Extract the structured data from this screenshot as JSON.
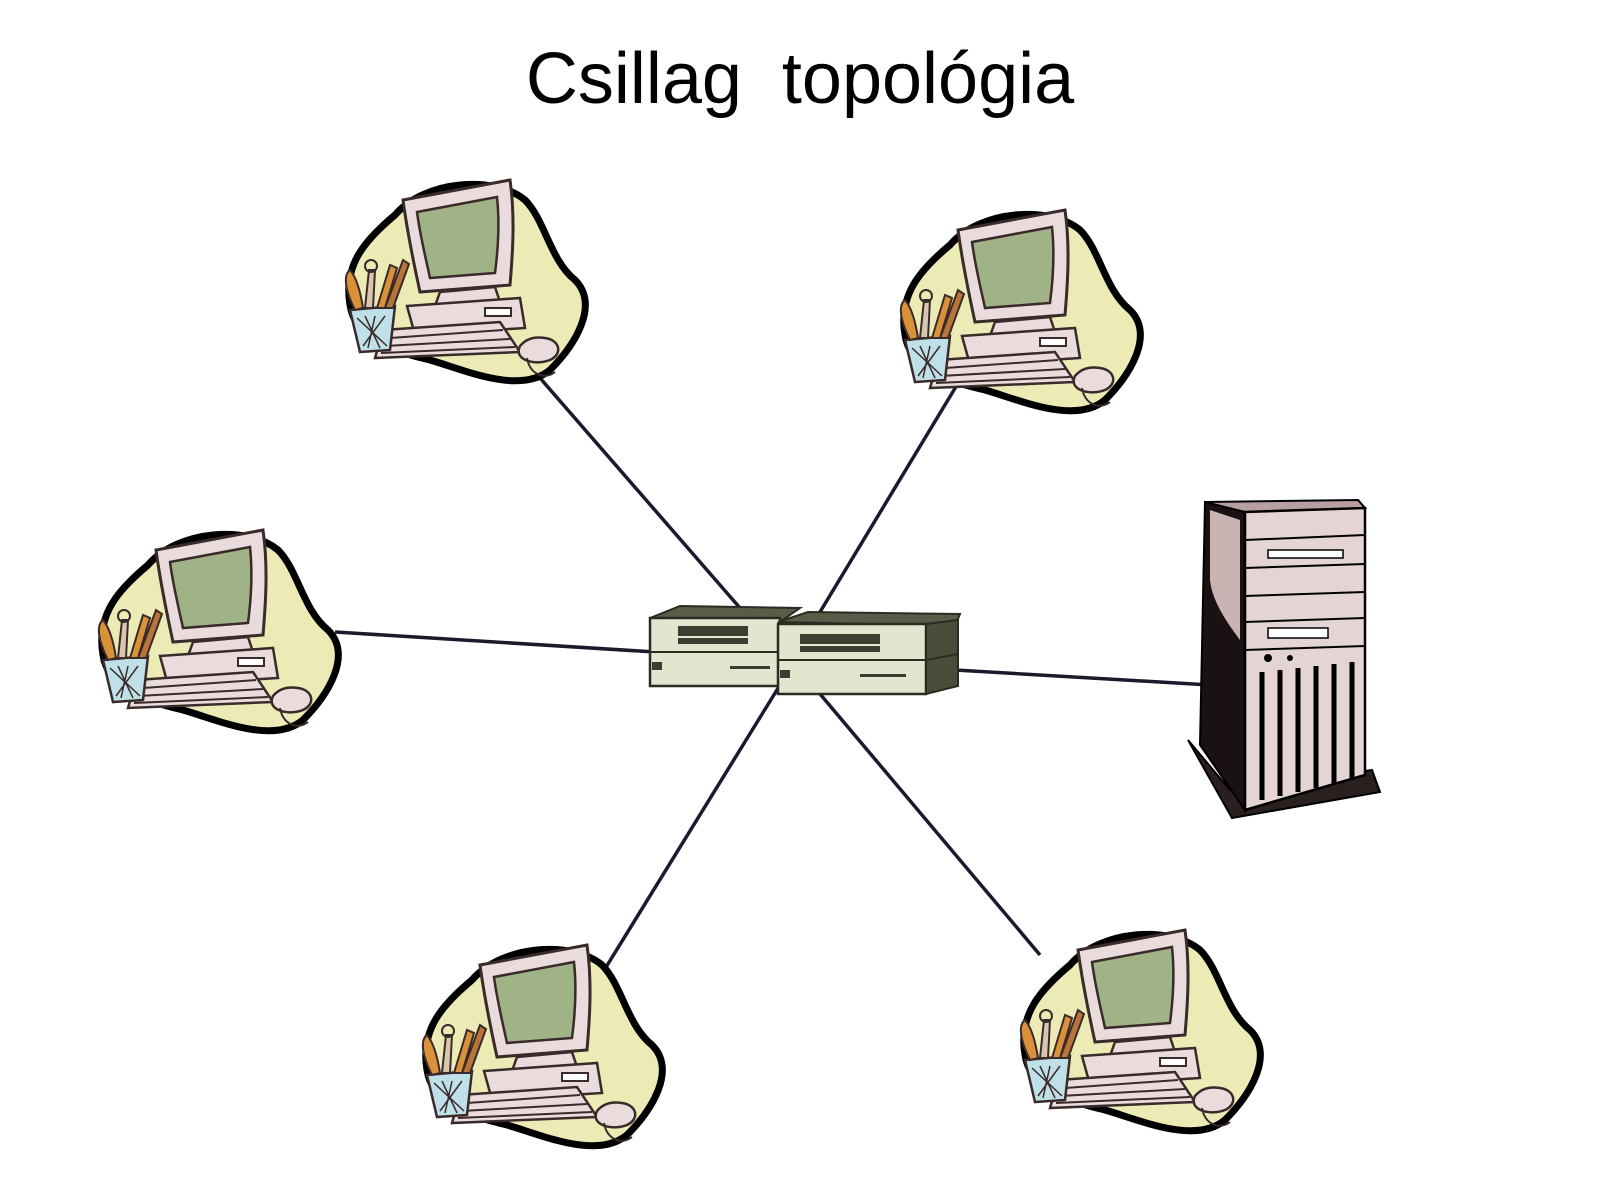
{
  "title": "Csillag  topológia",
  "diagram": {
    "type": "star-topology",
    "hub": {
      "icon": "network-switch-icon"
    },
    "nodes": [
      {
        "id": "pc-top-left",
        "icon": "workstation-icon"
      },
      {
        "id": "pc-top-right",
        "icon": "workstation-icon"
      },
      {
        "id": "pc-left",
        "icon": "workstation-icon"
      },
      {
        "id": "server-right",
        "icon": "tower-server-icon"
      },
      {
        "id": "pc-bottom-left",
        "icon": "workstation-icon"
      },
      {
        "id": "pc-bottom-right",
        "icon": "workstation-icon"
      }
    ],
    "colors": {
      "blob": "#ecebb6",
      "blob_outline": "#000000",
      "screen": "#9fb387",
      "computer_body": "#eadcdc",
      "hub_body": "#e4e5cf",
      "hub_dark": "#4b4d3b",
      "server_body": "#d5c3c3",
      "link": "#1a1a2e"
    }
  }
}
